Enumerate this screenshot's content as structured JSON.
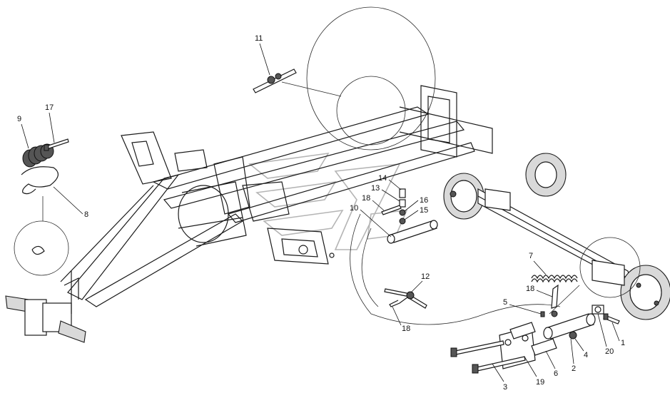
{
  "callouts": [
    {
      "id": "c1",
      "text": "1"
    },
    {
      "id": "c2",
      "text": "2"
    },
    {
      "id": "c3",
      "text": "3"
    },
    {
      "id": "c4",
      "text": "4"
    },
    {
      "id": "c5",
      "text": "5"
    },
    {
      "id": "c6",
      "text": "6"
    },
    {
      "id": "c7",
      "text": "7"
    },
    {
      "id": "c8",
      "text": "8"
    },
    {
      "id": "c9",
      "text": "9"
    },
    {
      "id": "c10",
      "text": "10"
    },
    {
      "id": "c11",
      "text": "11"
    },
    {
      "id": "c12",
      "text": "12"
    },
    {
      "id": "c13",
      "text": "13"
    },
    {
      "id": "c14",
      "text": "14"
    },
    {
      "id": "c15",
      "text": "15"
    },
    {
      "id": "c16",
      "text": "16"
    },
    {
      "id": "c17",
      "text": "17"
    },
    {
      "id": "c18a",
      "text": "18"
    },
    {
      "id": "c18b",
      "text": "18"
    },
    {
      "id": "c18c",
      "text": "18"
    },
    {
      "id": "c19",
      "text": "19"
    },
    {
      "id": "c20",
      "text": "20"
    }
  ]
}
